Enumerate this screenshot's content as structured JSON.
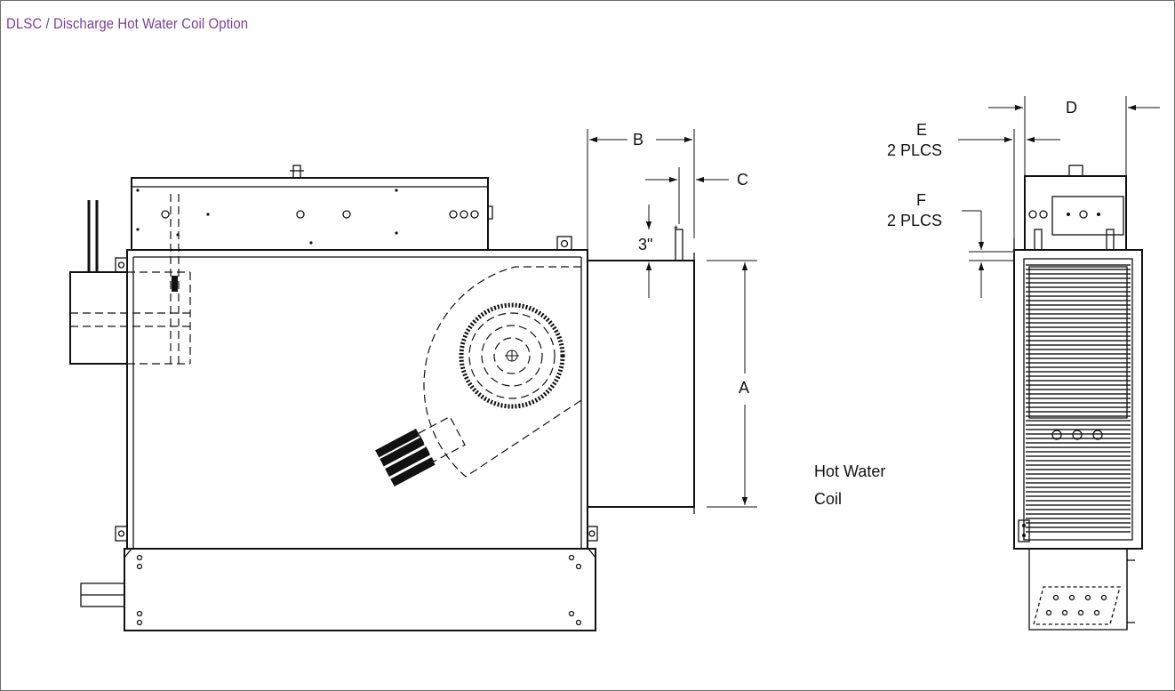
{
  "header": {
    "title": "DLSC / Discharge Hot Water Coil Option"
  },
  "dimensions": {
    "A": "A",
    "B": "B",
    "C": "C",
    "D": "D",
    "E_line1": "E",
    "E_line2": "2 PLCS",
    "F_line1": "F",
    "F_line2": "2 PLCS",
    "three_inch": "3\""
  },
  "coil_label": {
    "line1": "Hot Water",
    "line2": "Coil"
  },
  "colors": {
    "title": "#7b3f98",
    "border": "#6d6d6d",
    "line": "#111111"
  }
}
